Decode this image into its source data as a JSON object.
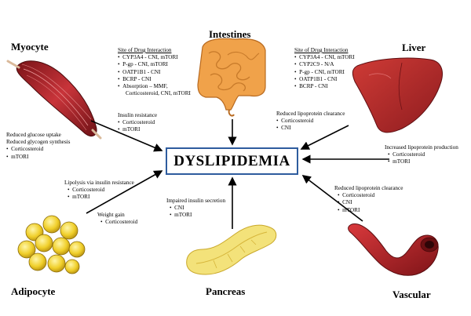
{
  "center": {
    "label": "DYSLIPIDEMIA"
  },
  "organs": {
    "myocyte": "Myocyte",
    "intestines": "Intestines",
    "liver": "Liver",
    "adipocyte": "Adipocyte",
    "pancreas": "Pancreas",
    "vascular": "Vascular"
  },
  "intestine_interactions": {
    "header": "Site of Drug Interaction",
    "items": [
      "CYP3A4 - CNI, mTORI",
      "P-gp - CNI, mTORI",
      "OATP1B1 - CNI",
      "BCRP - CNI",
      "Absorption – MMF,",
      "Corticosteroid, CNI, mTORI"
    ]
  },
  "liver_interactions": {
    "header": "Site of Drug Interaction",
    "items": [
      "CYP3A4 - CNI, mTORI",
      "CYP2C9 - N/A",
      "P-gp - CNI, mTORI",
      "OATP1B1 - CNI",
      "BCRP - CNI"
    ]
  },
  "myocyte_insulin": {
    "header": "Insulin resistance",
    "items": [
      "Corticosteroid",
      "mTORI"
    ]
  },
  "myocyte_glucose": {
    "line1": "Reduced glucose uptake",
    "line2": "Reduced glycogen synthesis",
    "items": [
      "Corticosteroid",
      "mTORI"
    ]
  },
  "liver_clearance": {
    "header": "Reduced lipoprotein clearance",
    "items": [
      "Corticosteroid",
      "CNI"
    ]
  },
  "liver_production": {
    "header": "Increased lipoprotein production",
    "items": [
      "Corticosteroid",
      "mTORI"
    ]
  },
  "adipocyte_lipolysis": {
    "header": "Lipolysis via insulin resistance",
    "items": [
      "Corticosteroid",
      "mTORI"
    ]
  },
  "adipocyte_weight": {
    "header": "Weight gain",
    "items": [
      "Corticosteroid"
    ]
  },
  "pancreas_secretion": {
    "header": "Impaired insulin secretion",
    "items": [
      "CNI",
      "mTORI"
    ]
  },
  "vascular_clearance": {
    "header": "Reduced lipoprotein clearance",
    "items": [
      "Corticosteroid",
      "CNI",
      "mTORI"
    ]
  },
  "colors": {
    "box_border": "#2e5c9e",
    "muscle": "#b2232b",
    "liver": "#b52a2a",
    "intestine": "#f0a24a",
    "adipocyte": "#e8c928",
    "pancreas": "#f3e27a",
    "vascular": "#b8262c"
  }
}
